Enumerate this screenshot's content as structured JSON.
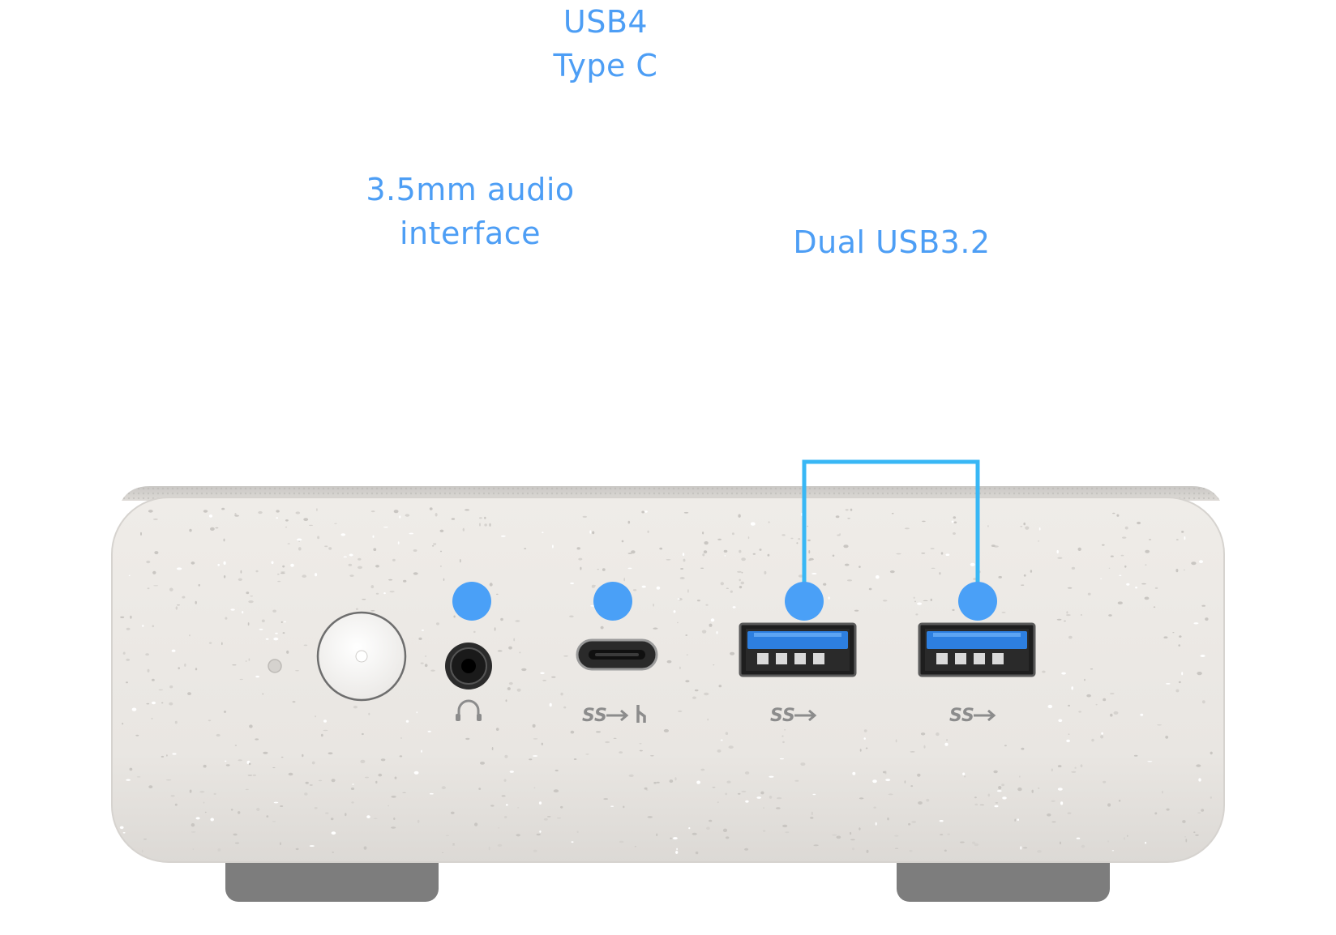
{
  "callouts": {
    "usb4": {
      "line1": "USB4",
      "line2": "Type C"
    },
    "audio": {
      "line1": "3.5mm audio",
      "line2": "interface"
    },
    "usb32": {
      "label": "Dual USB3.2"
    }
  },
  "port_markings": {
    "usbc": "SS",
    "usba_left": "SS",
    "usba_right": "SS"
  },
  "colors": {
    "callout_text": "#4d9ef5",
    "callout_line_top": "#3fe6ff",
    "callout_line_bottom": "#3a8ef0",
    "callout_dot": "#4aa0f7",
    "device_body": "#ebe8e4",
    "usb_tongue": "#2d7fe0",
    "feet": "#7d7d7d"
  }
}
